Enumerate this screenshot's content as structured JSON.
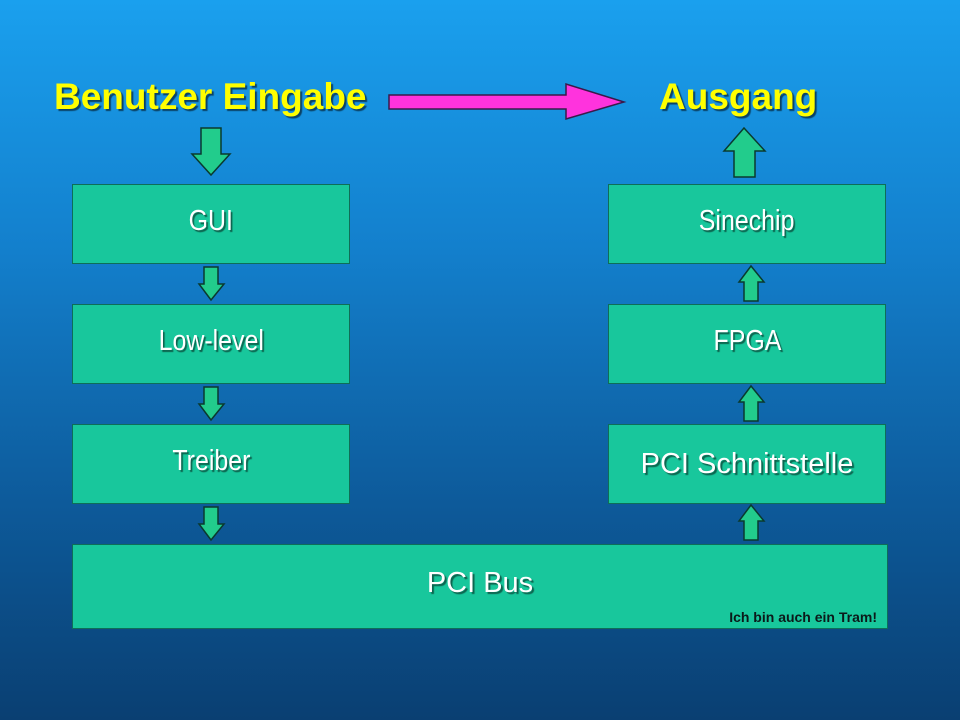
{
  "header": {
    "input_label": "Benutzer Eingabe",
    "output_label": "Ausgang"
  },
  "left_stack": {
    "gui_label": "GUI",
    "lowlevel_label": "Low-level",
    "driver_label": "Treiber"
  },
  "right_stack": {
    "chip_label": "Sinechip",
    "fpga_label": "FPGA",
    "pci_if_label": "PCI Schnittstelle"
  },
  "bus": {
    "label": "PCI Bus",
    "note": "Ich bin auch ein Tram!"
  },
  "colors": {
    "box_fill": "#18c79c",
    "heading_text": "#ffff00",
    "main_arrow": "#ff33dd",
    "flow_arrow": "#22cc8c"
  }
}
